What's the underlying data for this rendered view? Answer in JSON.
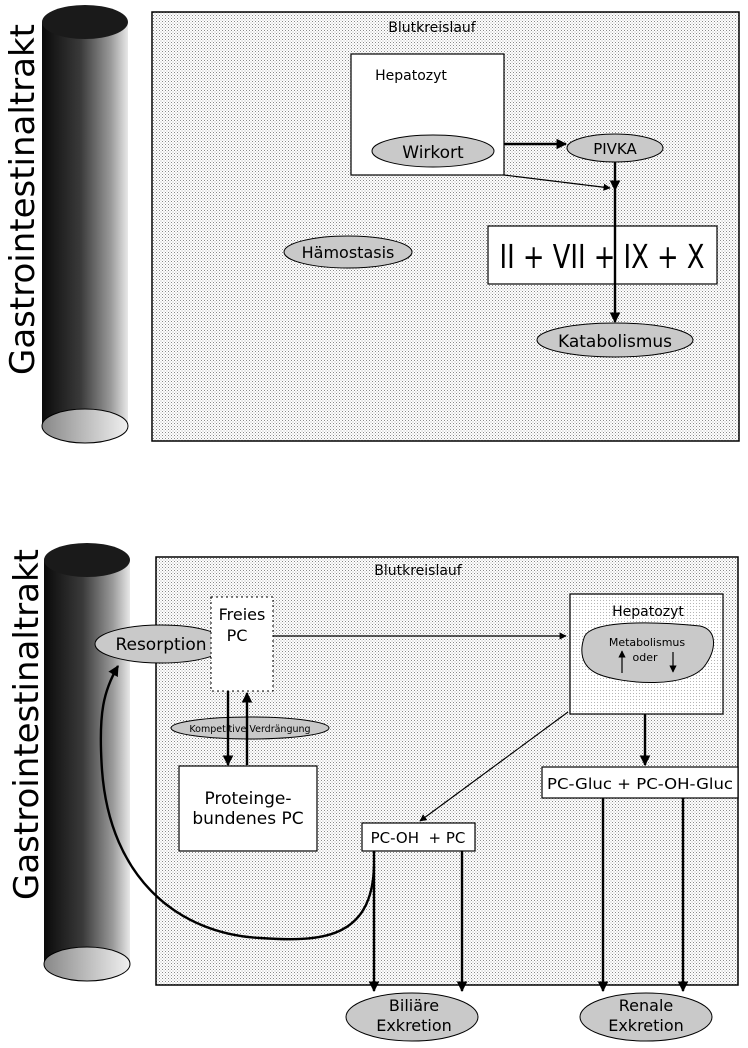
{
  "top": {
    "side_label": "Gastrointestinaltrakt",
    "panel_title": "Blutkreislauf",
    "hepatocyte": "Hepatozyt",
    "wirkort": "Wirkort",
    "pivka": "PIVKA",
    "haemostasis": "Hämostasis",
    "factors": "II + VII + IX + X",
    "catabolism": "Katabolismus"
  },
  "bottom": {
    "side_label": "Gastrointestinaltrakt",
    "panel_title": "Blutkreislauf",
    "resorption": "Resorption",
    "free_pc_line1": "Freies",
    "free_pc_line2": "PC",
    "competitive": "Kompetitive Verdrängung",
    "protein_line1": "Proteinge-",
    "protein_line2": "bundenes PC",
    "hepatocyte": "Hepatozyt",
    "metabolism_line1": "Metabolismus",
    "metabolism_line2": "oder",
    "glucuronides": "PC-Gluc + PC-OH-Gluc",
    "pc_oh": "PC-OH  + PC",
    "biliary_line1": "Biliäre",
    "biliary_line2": "Exkretion",
    "renal_line1": "Renale",
    "renal_line2": "Exkretion"
  },
  "colors": {
    "panel_dots": "#8a8a8a",
    "ellipse_fill": "#c9c9c9"
  }
}
